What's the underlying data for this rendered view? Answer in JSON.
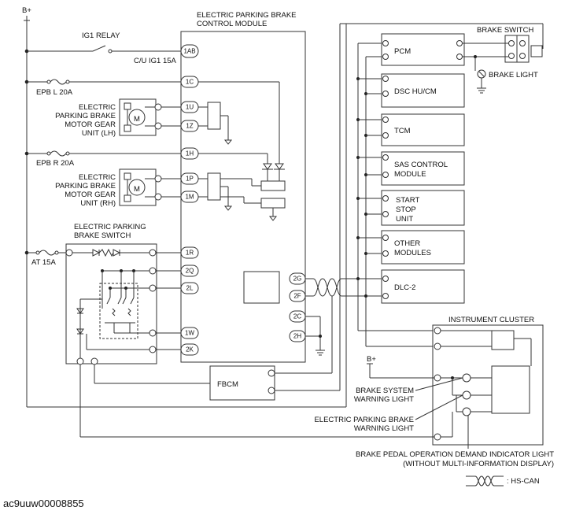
{
  "power": {
    "bplus": "B+"
  },
  "relay": {
    "ig1": "IG1 RELAY",
    "cu_ig1": "C/U IG1 15A"
  },
  "fuses": {
    "epb_l": "EPB L 20A",
    "epb_r": "EPB R 20A",
    "at": "AT 15A"
  },
  "epb_module": {
    "title": [
      "ELECTRIC PARKING BRAKE",
      "CONTROL MODULE"
    ],
    "pins": [
      "1AB",
      "1C",
      "1U",
      "1Z",
      "1H",
      "1P",
      "1M",
      "1R",
      "2Q",
      "2L",
      "2G",
      "2F",
      "2C",
      "2H",
      "1W",
      "2K"
    ]
  },
  "motor_lh": [
    "ELECTRIC",
    "PARKING BRAKE",
    "MOTOR GEAR",
    "UNIT (LH)"
  ],
  "motor_rh": [
    "ELECTRIC",
    "PARKING BRAKE",
    "MOTOR GEAR",
    "UNIT (RH)"
  ],
  "motor_symbol": "M",
  "epb_switch": [
    "ELECTRIC PARKING",
    "BRAKE SWITCH"
  ],
  "modules": {
    "pcm": [
      "PCM"
    ],
    "dsc": [
      "DSC HU/CM"
    ],
    "tcm": [
      "TCM"
    ],
    "sas": [
      "SAS CONTROL",
      "MODULE"
    ],
    "start_stop": [
      "START",
      "STOP",
      "UNIT"
    ],
    "other": [
      "OTHER",
      "MODULES"
    ],
    "dlc": [
      "DLC-2"
    ]
  },
  "brake_switch": "BRAKE SWITCH",
  "brake_light": "BRAKE LIGHT",
  "fbcm": "FBCM",
  "cluster": {
    "title": "INSTRUMENT CLUSTER",
    "brake_system": [
      "BRAKE SYSTEM",
      "WARNING LIGHT"
    ],
    "epb_warning": [
      "ELECTRIC PARKING BRAKE",
      "WARNING LIGHT"
    ],
    "pedal_demand": [
      "BRAKE PEDAL OPERATION DEMAND INDICATOR LIGHT",
      "(WITHOUT MULTI-INFORMATION DISPLAY)"
    ]
  },
  "legend": {
    "hs_can": ": HS-CAN"
  },
  "footer": {
    "code": "ac9uuw00008855"
  }
}
